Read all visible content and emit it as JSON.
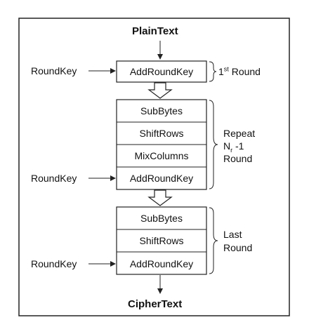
{
  "input_label": "PlainText",
  "output_label": "CipherText",
  "round_key_label": "RoundKey",
  "first_round": {
    "step": "AddRoundKey",
    "caption_prefix": "1",
    "caption_sup": "st",
    "caption_suffix": " Round"
  },
  "middle_rounds": {
    "steps": [
      "SubBytes",
      "ShiftRows",
      "MixColumns",
      "AddRoundKey"
    ],
    "caption_line1": "Repeat",
    "caption_line2_prefix": "N",
    "caption_line2_sub": "r",
    "caption_line2_suffix": " -1",
    "caption_line3": "Round"
  },
  "last_round": {
    "steps": [
      "SubBytes",
      "ShiftRows",
      "AddRoundKey"
    ],
    "caption_line1": "Last",
    "caption_line2": "Round"
  },
  "colors": {
    "stroke": "#222222",
    "text": "#111111"
  }
}
